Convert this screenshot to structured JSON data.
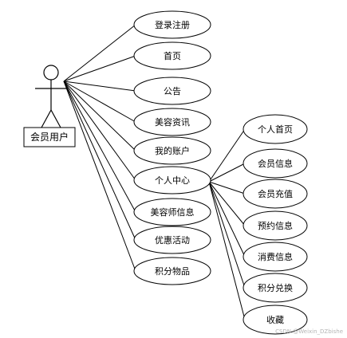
{
  "actor": {
    "label": "会员用户"
  },
  "use_cases": [
    {
      "id": "login",
      "label": "登录注册"
    },
    {
      "id": "home",
      "label": "首页"
    },
    {
      "id": "notice",
      "label": "公告"
    },
    {
      "id": "beauty-news",
      "label": "美容资讯"
    },
    {
      "id": "my-account",
      "label": "我的账户"
    },
    {
      "id": "personal-center",
      "label": "个人中心"
    },
    {
      "id": "beautician-info",
      "label": "美容师信息"
    },
    {
      "id": "promotions",
      "label": "优惠活动"
    },
    {
      "id": "points-items",
      "label": "积分物品"
    }
  ],
  "sub_use_cases": [
    {
      "id": "personal-home",
      "label": "个人首页"
    },
    {
      "id": "member-info",
      "label": "会员信息"
    },
    {
      "id": "member-recharge",
      "label": "会员充值"
    },
    {
      "id": "booking-info",
      "label": "预约信息"
    },
    {
      "id": "consumption-info",
      "label": "消费信息"
    },
    {
      "id": "points-exchange",
      "label": "积分兑换"
    },
    {
      "id": "favorites",
      "label": "收藏"
    }
  ],
  "watermark": "CSDN @Weixin_DZbishe"
}
